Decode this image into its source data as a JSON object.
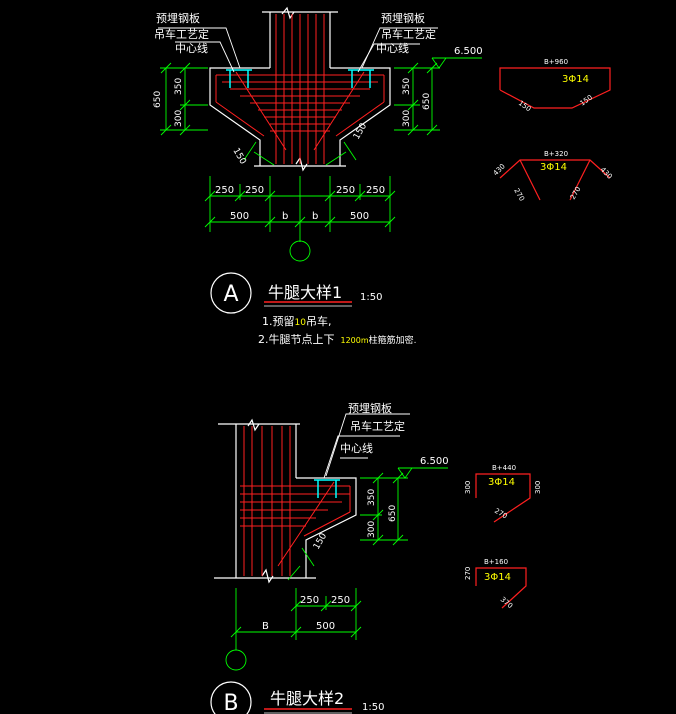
{
  "colors": {
    "background": "#000000",
    "concrete_outline": "#ffffff",
    "rebar": "#ff2020",
    "dimension": "#00ff00",
    "annotation": "#ffffff",
    "highlight": "#ffff00",
    "embedded_plate": "#00ffff"
  },
  "detail_a": {
    "tag": "A",
    "title": "牛腿大样1",
    "scale": "1:50",
    "note_1_prefix": "1.预留",
    "note_1_highlight": "10",
    "note_1_suffix": "吊车,",
    "note_2_prefix": "2.牛腿节点上下",
    "note_2_highlight": "1200m",
    "note_2_suffix": "柱箍筋加密.",
    "left_labels": [
      "预埋钢板",
      "吊车工艺定",
      "中心线"
    ],
    "right_labels": [
      "预埋钢板",
      "吊车工艺定",
      "中心线"
    ],
    "elevation": "6.500",
    "left_dims": {
      "total": "650",
      "upper": "350",
      "lower": "300"
    },
    "right_dims": {
      "total": "650",
      "upper": "350",
      "lower": "300"
    },
    "slope": "150",
    "bottom_dims": [
      "250",
      "250",
      "250",
      "250"
    ],
    "bottom_dims_2": [
      "500",
      "b",
      "b",
      "500"
    ],
    "rebar_1": {
      "length": "B+960",
      "count": "3Φ14",
      "legs": [
        "150",
        "150"
      ]
    },
    "rebar_2": {
      "length": "B+320",
      "count": "3Φ14",
      "legs": [
        "430",
        "430",
        "270",
        "270"
      ]
    }
  },
  "detail_b": {
    "tag": "B",
    "title": "牛腿大样2",
    "scale": "1:50",
    "labels": [
      "预埋钢板",
      "吊车工艺定",
      "中心线"
    ],
    "elevation": "6.500",
    "dims": {
      "upper": "350",
      "lower": "300",
      "total": "650"
    },
    "slope": "150",
    "bottom_dims": [
      "250",
      "250"
    ],
    "bottom_dims_2": [
      "B",
      "500"
    ],
    "rebar_1": {
      "length": "B+440",
      "count": "3Φ14",
      "legs": [
        "300",
        "300",
        "270"
      ]
    },
    "rebar_2": {
      "length": "B+160",
      "count": "3Φ14",
      "legs": [
        "270",
        "370"
      ]
    }
  }
}
